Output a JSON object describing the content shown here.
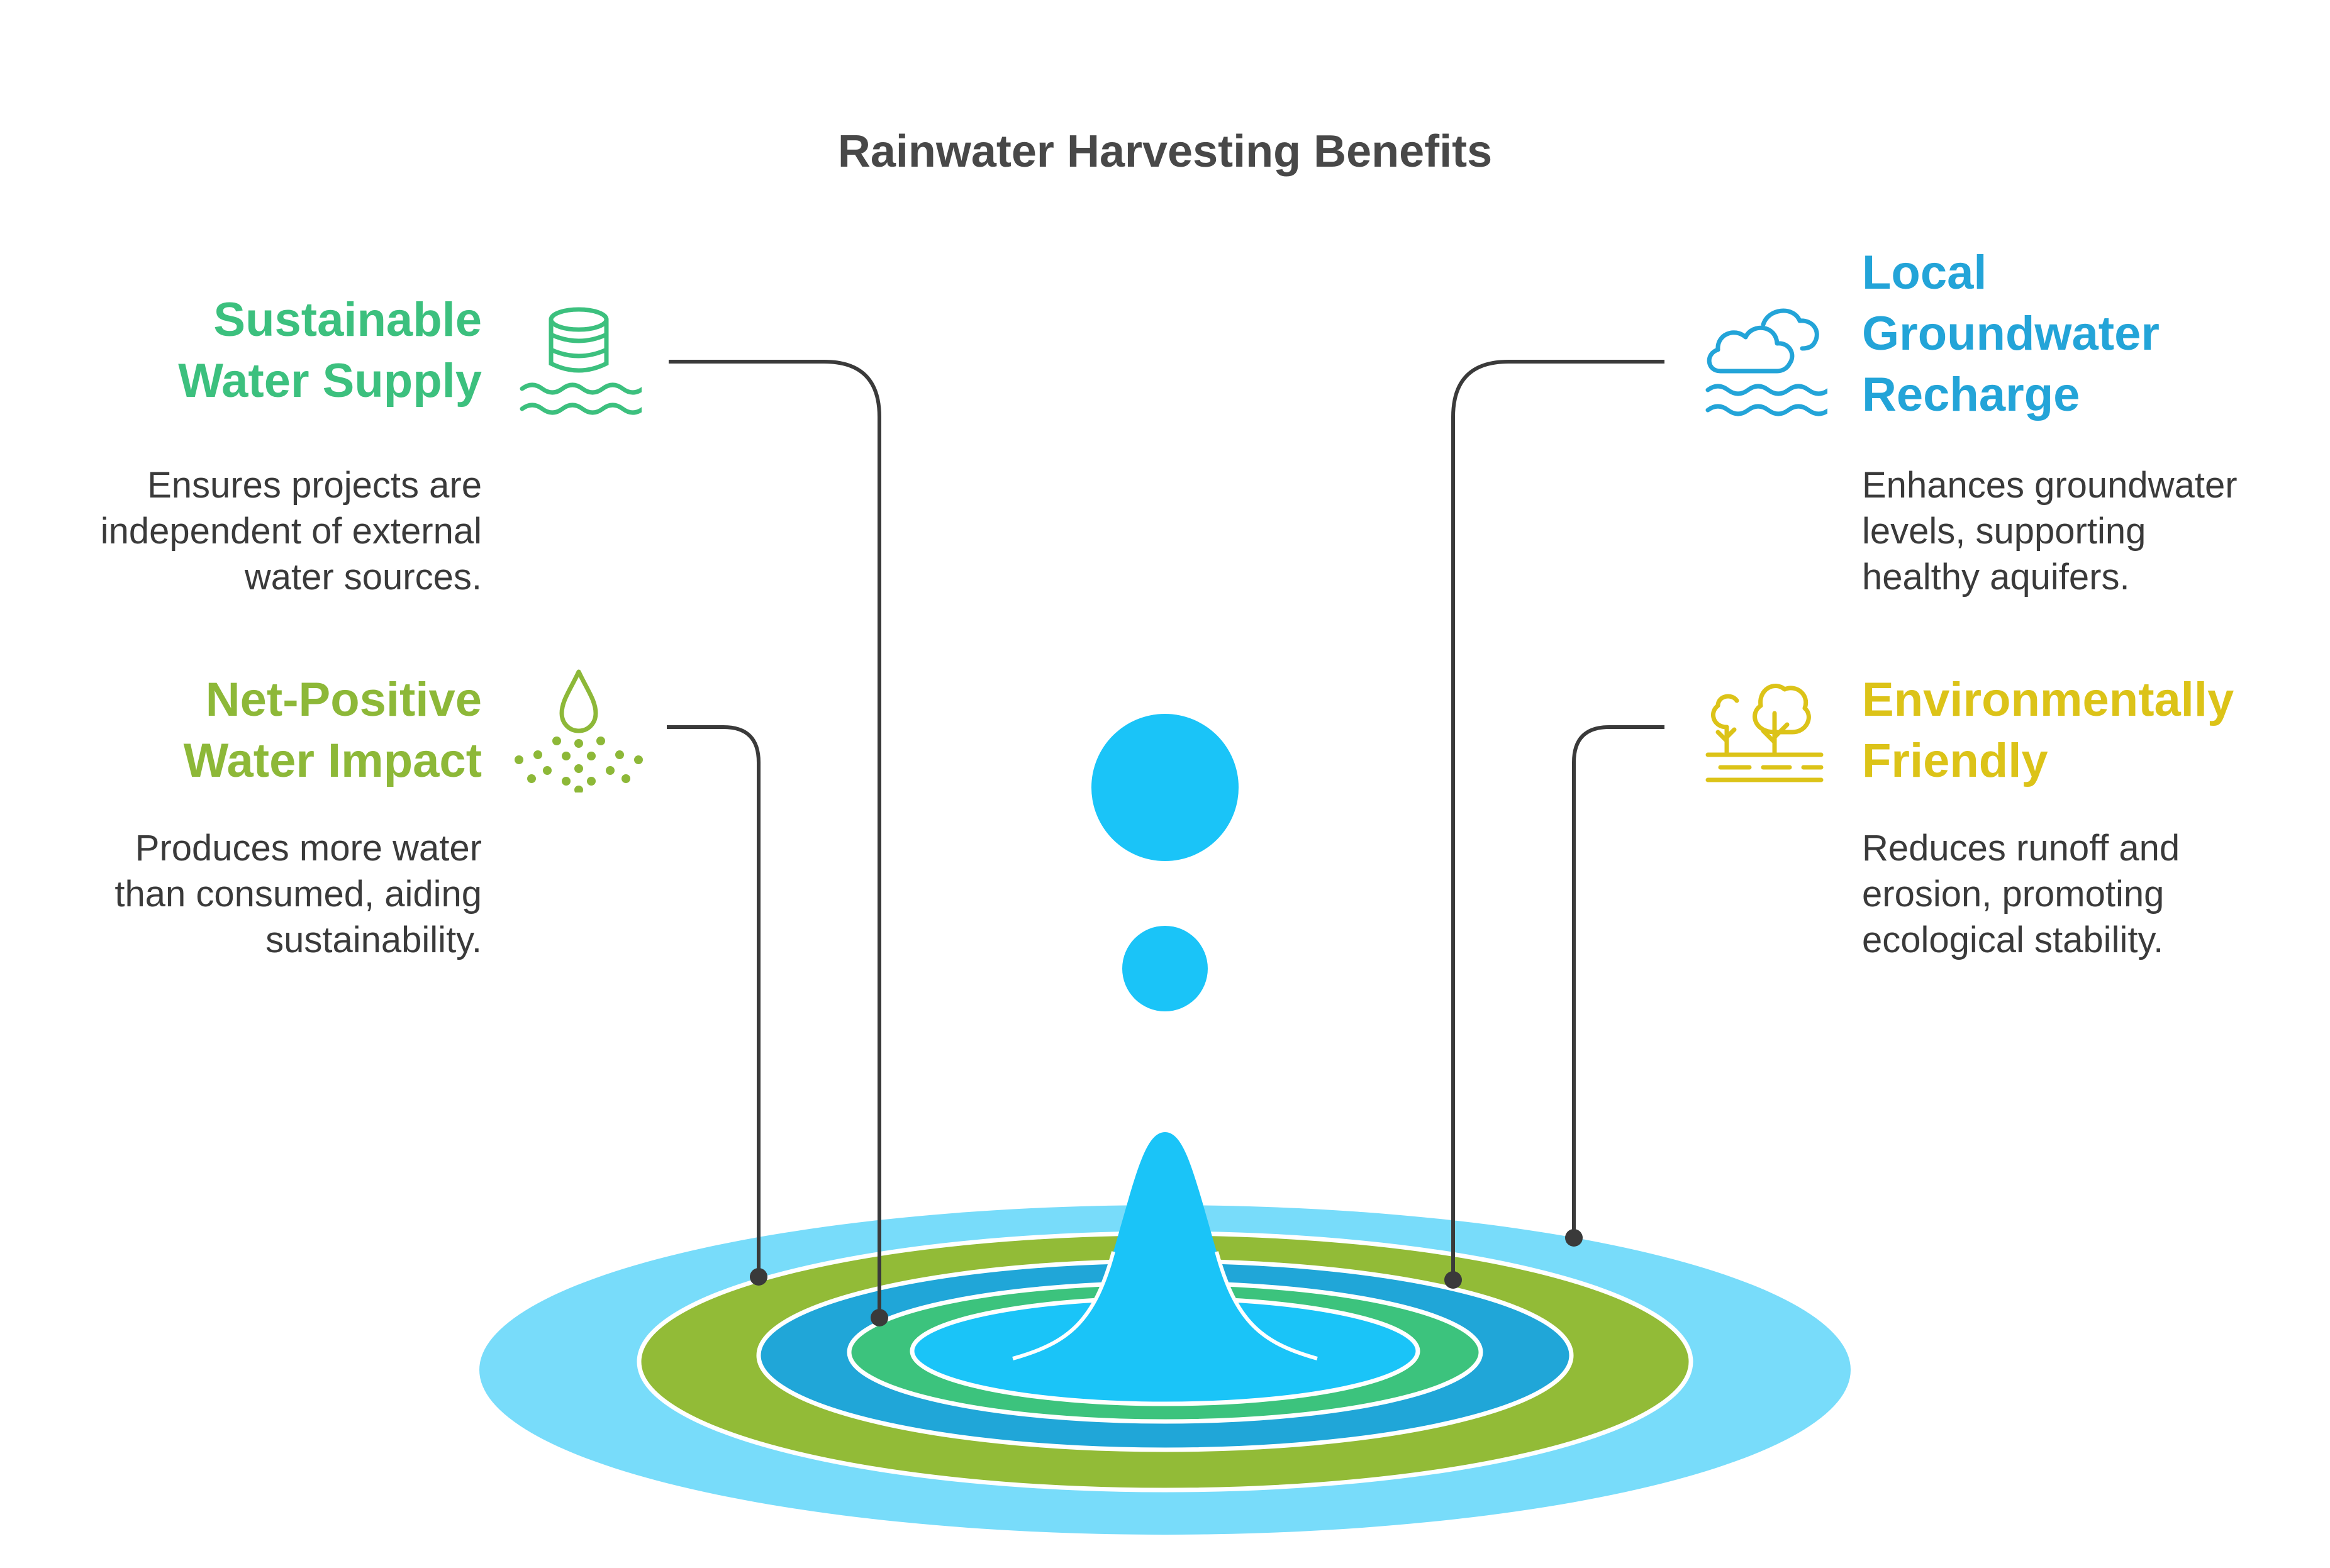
{
  "title": "Rainwater Harvesting Benefits",
  "colors": {
    "sustainable": "#3cc07e",
    "net_positive": "#8db838",
    "groundwater": "#23a4d8",
    "environment": "#dcc318",
    "droplet": "#1ac4f8",
    "ring_outer": "#78dcfa",
    "ring_olive": "#92bb37",
    "ring_blue": "#20a6d8",
    "ring_green": "#3cc37d",
    "ring_inner": "#1ac4f8",
    "connector": "#3a3a3a"
  },
  "benefits": [
    {
      "id": "sustainable",
      "heading_lines": [
        "Sustainable",
        "Water Supply"
      ],
      "description_lines": [
        "Ensures projects are",
        "independent of external",
        "water sources."
      ],
      "icon": "water-tank-icon"
    },
    {
      "id": "net_positive",
      "heading_lines": [
        "Net-Positive",
        "Water Impact"
      ],
      "description_lines": [
        "Produces more water",
        "than consumed, aiding",
        "sustainability."
      ],
      "icon": "water-drop-icon"
    },
    {
      "id": "groundwater",
      "heading_lines": [
        "Local",
        "Groundwater",
        "Recharge"
      ],
      "description_lines": [
        "Enhances groundwater",
        "levels, supporting",
        "healthy aquifers."
      ],
      "icon": "cloud-water-icon"
    },
    {
      "id": "environment",
      "heading_lines": [
        "Environmentally",
        "Friendly"
      ],
      "description_lines": [
        "Reduces runoff and",
        "erosion, promoting",
        "ecological stability."
      ],
      "icon": "trees-icon"
    }
  ]
}
